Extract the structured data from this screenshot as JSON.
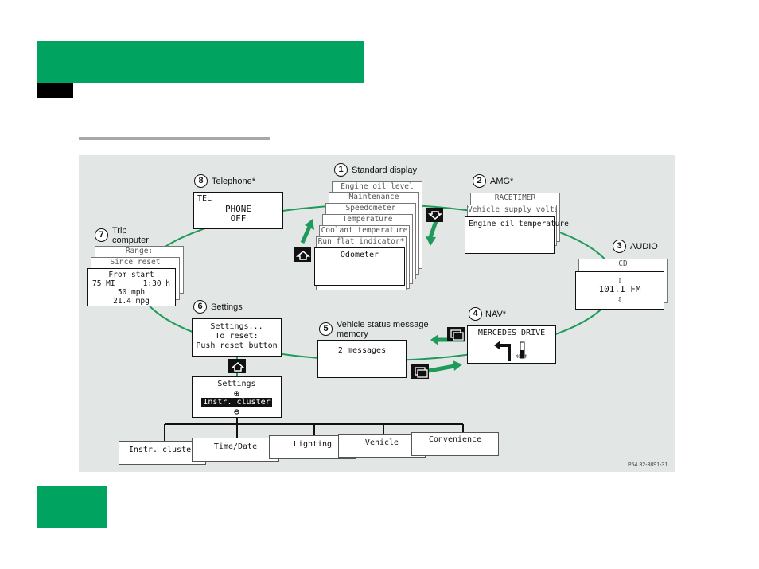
{
  "colors": {
    "brand_green": "#00a460",
    "panel_bg": "#e2e6e4",
    "connector_green": "#1f9a5a"
  },
  "diagram": {
    "ref_code": "P54.32-3891-31",
    "standard": {
      "number": "1",
      "label": "Standard display",
      "cards": [
        "Engine oil level",
        "Maintenance",
        "Speedometer",
        "Temperature",
        "Coolant temperature",
        "Run flat indicator*"
      ],
      "front": "Odometer"
    },
    "amg": {
      "number": "2",
      "label": "AMG*",
      "cards": [
        "RACETIMER",
        "Vehicle supply voltage"
      ],
      "front": "Engine oil temperature"
    },
    "audio": {
      "number": "3",
      "label": "AUDIO",
      "back": "CD",
      "front": "101.1 FM"
    },
    "nav": {
      "number": "4",
      "label": "NAV*",
      "front": "MERCEDES DRIVE",
      "distance": "400 ft"
    },
    "vehicle_status": {
      "number": "5",
      "label_line1": "Vehicle status message",
      "label_line2": "memory",
      "front": "2 messages"
    },
    "settings": {
      "number": "6",
      "label": "Settings",
      "lines": [
        "Settings...",
        "To reset:",
        "Push reset button"
      ],
      "submenu_title": "Settings",
      "submenu_selected": "Instr. cluster",
      "categories": [
        "Instr. cluster",
        "Time/Date",
        "Lighting",
        "Vehicle",
        "Convenience"
      ]
    },
    "trip": {
      "number": "7",
      "label_line1": "Trip",
      "label_line2": "computer",
      "cards": [
        "Range:",
        "Since reset"
      ],
      "front_title": "From start",
      "front_distance": "75 MI",
      "front_time": "1:30 h",
      "front_speed": "50 mph",
      "front_mpg": "21.4 mpg"
    },
    "telephone": {
      "number": "8",
      "label": "Telephone*",
      "tag": "TEL",
      "line1": "PHONE",
      "line2": "OFF"
    }
  }
}
